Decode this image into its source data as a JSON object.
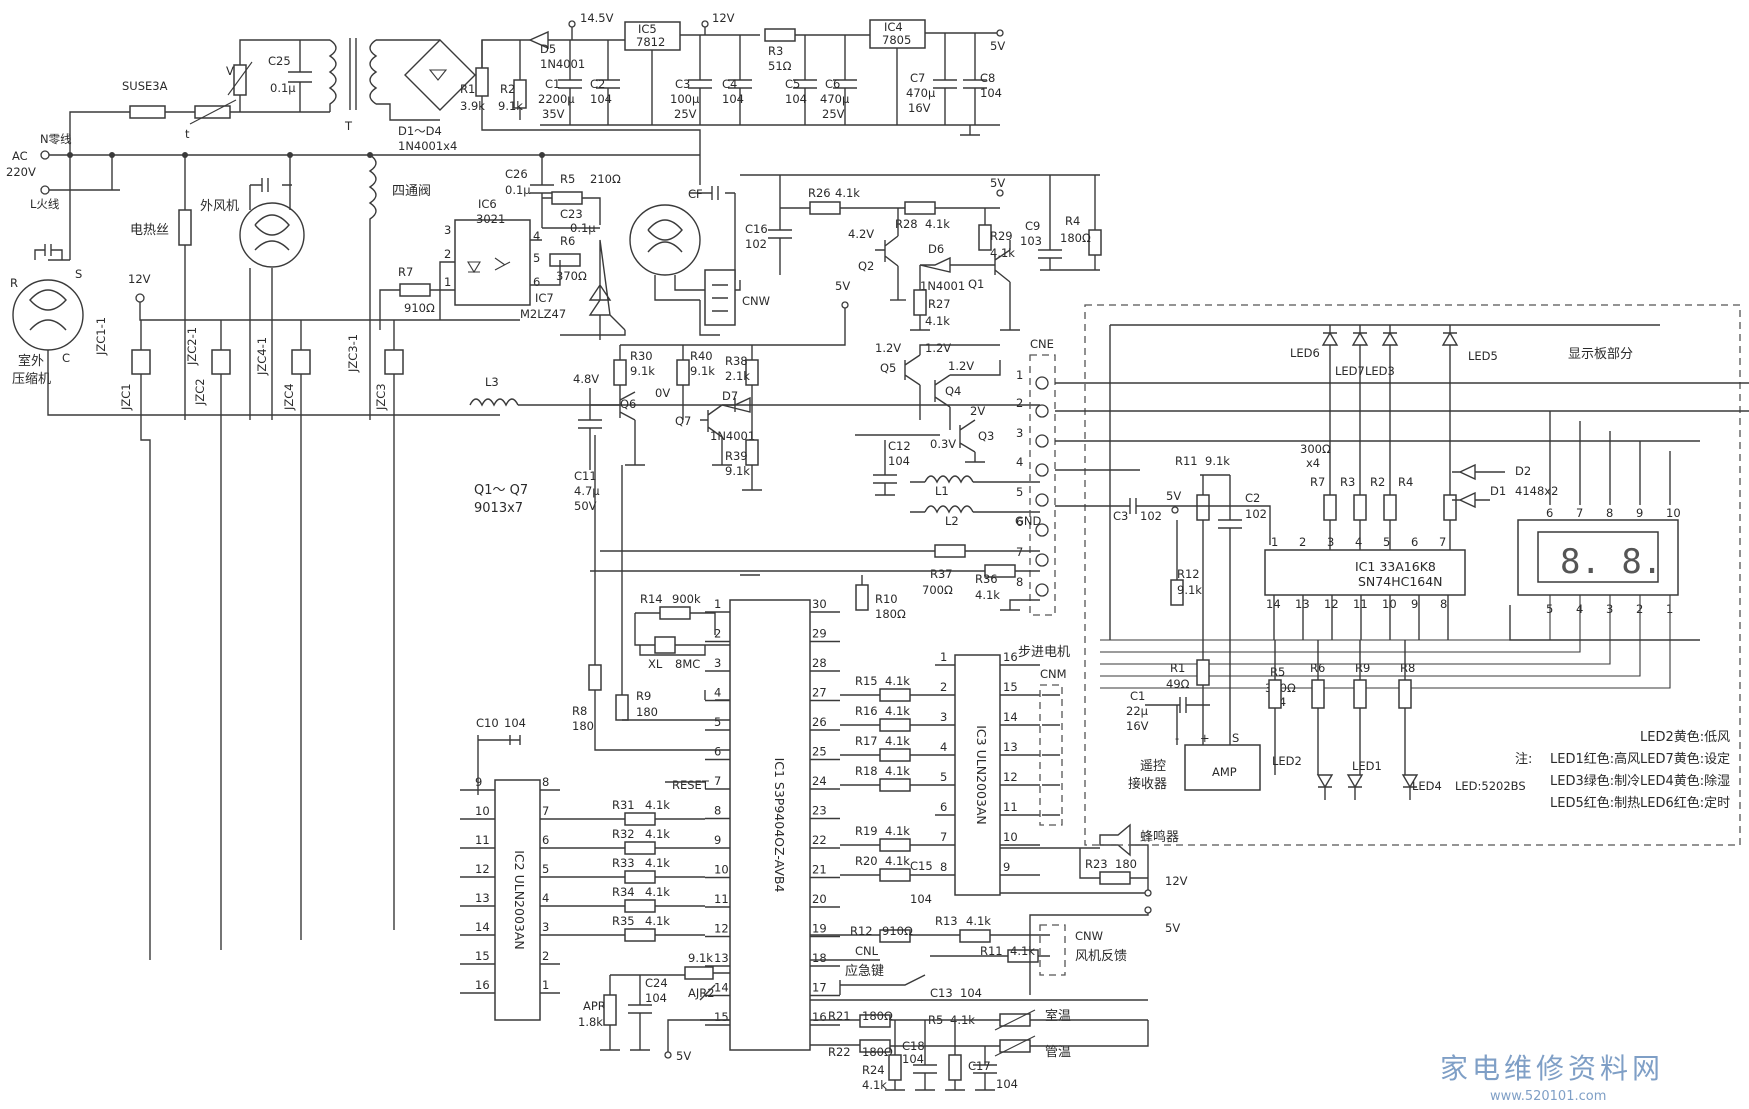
{
  "power": {
    "fuse": "SUSE3A",
    "c25": "C25",
    "c25v": "0.1μ",
    "t": "T",
    "tsym": "t",
    "vsym": "V",
    "n_line": "N零线",
    "ac": "AC",
    "v220": "220V",
    "l_line": "L火线",
    "bridge": "D1～D4",
    "bridge_v": "1N4001x4",
    "r1": "R1",
    "r1v": "3.9k",
    "r2": "R2",
    "r2v": "9.1k",
    "d5": "D5",
    "d5v": "1N4001",
    "v145": "14.5V",
    "c1": "C1",
    "c1v": "2200μ",
    "c1v2": "35V",
    "c2": "C2",
    "c2v": "104",
    "ic5": "IC5",
    "ic5v": "7812",
    "v12": "12V",
    "c3": "C3",
    "c3v": "100μ",
    "c3v2": "25V",
    "c4": "C4",
    "c4v": "104",
    "r3": "R3",
    "r3v": "51Ω",
    "c5": "C5",
    "c5v": "104",
    "c6": "C6",
    "c6v": "470μ",
    "c6v2": "25V",
    "ic4": "IC4",
    "ic4v": "7805",
    "v5": "5V",
    "c7": "C7",
    "c7v": "470μ",
    "c7v2": "16V",
    "c8": "C8",
    "c8v": "104"
  },
  "loads": {
    "heater": "电热丝",
    "outfan": "外风机",
    "valve": "四通阀",
    "comp1": "室外",
    "comp2": "压缩机",
    "rl": "R",
    "sl": "S",
    "cl": "C",
    "v12": "12V",
    "jzc1": "JZC1",
    "jzc1_1": "JZC1-1",
    "jzc2_1": "JZC2-1",
    "jzc2": "JZC2",
    "jzc4_1": "JZC4-1",
    "jzc4": "JZC4",
    "jzc3_1": "JZC3-1",
    "jzc3": "JZC3",
    "l3": "L3"
  },
  "fan": {
    "c26": "C26",
    "c26v": "0.1μ",
    "r5": "R5",
    "r5v": "210Ω",
    "c23": "C23",
    "c23v": "0.1μ",
    "r6": "R6",
    "r6v": "370Ω",
    "ic6": "IC6",
    "ic6v": "3021",
    "ic7": "IC7",
    "ic7v": "M2LZ47",
    "r7": "R7",
    "r7v": "910Ω",
    "p3": "3",
    "p2": "2",
    "p1": "1",
    "p4": "4",
    "p5": "5",
    "p6": "6",
    "cf": "CF",
    "cnw": "CNW"
  },
  "trans": {
    "c16": "C16",
    "c16v": "102",
    "r26": "R26",
    "r26v": "4.1k",
    "v5": "5V",
    "v42": "4.2V",
    "r28": "R28",
    "r28v": "4.1k",
    "d6": "D6",
    "d6v": "1N4001",
    "q1": "Q1",
    "q2": "Q2",
    "r27": "R27",
    "r27v": "4.1k",
    "r29": "R29",
    "r29v": "4.1k",
    "c9": "C9",
    "c9v": "103",
    "r4": "R4",
    "r4v": "180Ω",
    "v5b": "5V",
    "r30": "R30",
    "r30v": "9.1k",
    "r40": "R40",
    "r40v": "9.1k",
    "r38": "R38",
    "r38v": "2.1k",
    "v48": "4.8V",
    "v0": "0V",
    "q6": "Q6",
    "q7": "Q7",
    "d7": "D7",
    "d7v": "1N4001",
    "r39": "R39",
    "r39v": "9.1k",
    "c11": "C11",
    "c11v": "4.7μ",
    "c11v2": "50V",
    "q17": "Q1～ Q7",
    "q17v": "9013x7",
    "v12a": "1.2V",
    "v12b": "1.2V",
    "v12c": "1.2V",
    "q5": "Q5",
    "q4": "Q4",
    "v2": "2V",
    "q3": "Q3",
    "v03": "0.3V",
    "c12": "C12",
    "c12v": "104",
    "l1": "L1",
    "l2": "L2"
  },
  "cne": {
    "label": "CNE",
    "pins": [
      "1",
      "2",
      "3",
      "4",
      "5",
      "6",
      "7",
      "8"
    ],
    "gnd": "GND",
    "r37": "R37",
    "r37v": "700Ω",
    "r36": "R36",
    "r36v": "4.1k"
  },
  "mcu": {
    "name": "IC1  S3P9404OZ-AVB4",
    "r14": "R14",
    "r14v": "900k",
    "xl": "XL",
    "xlv": "8MC",
    "r10": "R10",
    "r10v": "180Ω",
    "r8": "R8",
    "r8v": "180",
    "r9": "R9",
    "r9v": "180",
    "reset": "RESET",
    "left_pins": [
      "1",
      "2",
      "3",
      "4",
      "5",
      "6",
      "7",
      "8",
      "9",
      "10",
      "11",
      "12",
      "13",
      "14",
      "15"
    ],
    "right_pins": [
      "30",
      "29",
      "28",
      "27",
      "26",
      "25",
      "24",
      "23",
      "22",
      "21",
      "20",
      "19",
      "18",
      "17",
      "16"
    ],
    "apr": "APR",
    "aprv": "1.8k",
    "c24": "C24",
    "c24v": "104",
    "ajr": "9.1k",
    "ajr2": "AJR2",
    "v5": "5V"
  },
  "ic2": {
    "name": "IC2  ULN2003AN",
    "c10": "C10",
    "c10v": "104",
    "left_pins": [
      "9",
      "10",
      "11",
      "12",
      "13",
      "14",
      "15",
      "16"
    ],
    "right_pins": [
      "8",
      "7",
      "6",
      "5",
      "4",
      "3",
      "2",
      "1"
    ],
    "r31": "R31",
    "r31v": "4.1k",
    "r32": "R32",
    "r32v": "4.1k",
    "r33": "R33",
    "r33v": "4.1k",
    "r34": "R34",
    "r34v": "4.1k",
    "r35": "R35",
    "r35v": "4.1k"
  },
  "ic3": {
    "name": "IC3  ULN2003AN",
    "motor1": "步进电机",
    "motor2": "CNM",
    "left_pins": [
      "1",
      "2",
      "3",
      "4",
      "5",
      "6",
      "7",
      "8"
    ],
    "right_pins": [
      "16",
      "15",
      "14",
      "13",
      "12",
      "11",
      "10",
      "9"
    ],
    "r15": "R15",
    "r15v": "4.1k",
    "r16": "R16",
    "r16v": "4.1k",
    "r17": "R17",
    "r17v": "4.1k",
    "r18": "R18",
    "r18v": "4.1k",
    "r19": "R19",
    "r19v": "4.1k",
    "r20": "R20",
    "r20v": "4.1k",
    "c15": "C15",
    "c15v": "104",
    "buzzer": "蜂鸣器",
    "r23": "R23",
    "r23v": "180",
    "v12": "12V"
  },
  "bottom": {
    "v5": "5V",
    "r12": "R12",
    "r12v": "910Ω",
    "r13": "R13",
    "r13v": "4.1k",
    "r11": "R11",
    "r11v": "4.1k",
    "cnl": "CNL",
    "key": "应急键",
    "cnw": "CNW",
    "fb": "风机反馈",
    "c13": "C13",
    "c13v": "104",
    "r21": "R21",
    "r21v": "180Ω",
    "r5": "R5",
    "r5v": "4.1k",
    "room": "室温",
    "r22": "R22",
    "r22v": "180Ω",
    "pipe": "管温",
    "r24": "R24",
    "r24v": "4.1k",
    "c18": "C18",
    "c18v": "104",
    "c17": "C17",
    "c17v": "104"
  },
  "display": {
    "title": "显示板部分",
    "led6": "LED6",
    "led7": "LED7",
    "led3": "LED3",
    "led5": "LED5",
    "r300": "300Ω",
    "x4": "x4",
    "r7": "R7",
    "r3": "R3",
    "r2": "R2",
    "r4": "R4",
    "d2": "D2",
    "d1": "D1",
    "d2v": "4148x2",
    "r11": "R11",
    "r11v": "9.1k",
    "c3": "C3",
    "c3v": "102",
    "v5": "5V",
    "c2": "C2",
    "c2v": "102",
    "ic1": "IC1  33A16K8",
    "ic1v": "SN74HC164N",
    "top_pins": [
      "1",
      "2",
      "3",
      "4",
      "5",
      "6",
      "7"
    ],
    "bot_pins": [
      "14",
      "13",
      "12",
      "11",
      "10",
      "9",
      "8"
    ],
    "seg_top": [
      "6",
      "7",
      "8",
      "9",
      "10"
    ],
    "seg_bot": [
      "5",
      "4",
      "3",
      "2",
      "1"
    ],
    "seg": "8. 8.",
    "r12": "R12",
    "r12v": "9.1k",
    "r1": "R1",
    "r1v": "49Ω",
    "c1": "C1",
    "c1v": "22μ",
    "c1v2": "16V",
    "minus": "-",
    "plus": "+",
    "s": "S",
    "rx1": "遥控",
    "rx2": "接收器",
    "amp": "AMP",
    "r5": "R5",
    "r5v": "300Ω",
    "x4b": "x4",
    "r6": "R6",
    "r9": "R9",
    "r8": "R8",
    "led2": "LED2",
    "led1": "LED1",
    "led4": "LED4",
    "ledtype": "LED:5202BS",
    "note": "注:",
    "n1": "LED1红色:高风",
    "n3": "LED3绿色:制冷",
    "n5": "LED5红色:制热",
    "n2": "LED2黄色:低风",
    "n7": "LED7黄色:设定",
    "n4": "LED4黄色:除湿",
    "n6": "LED6红色:定时"
  },
  "watermark": {
    "text": "家电维修资料网",
    "url": "www.520101.com"
  }
}
